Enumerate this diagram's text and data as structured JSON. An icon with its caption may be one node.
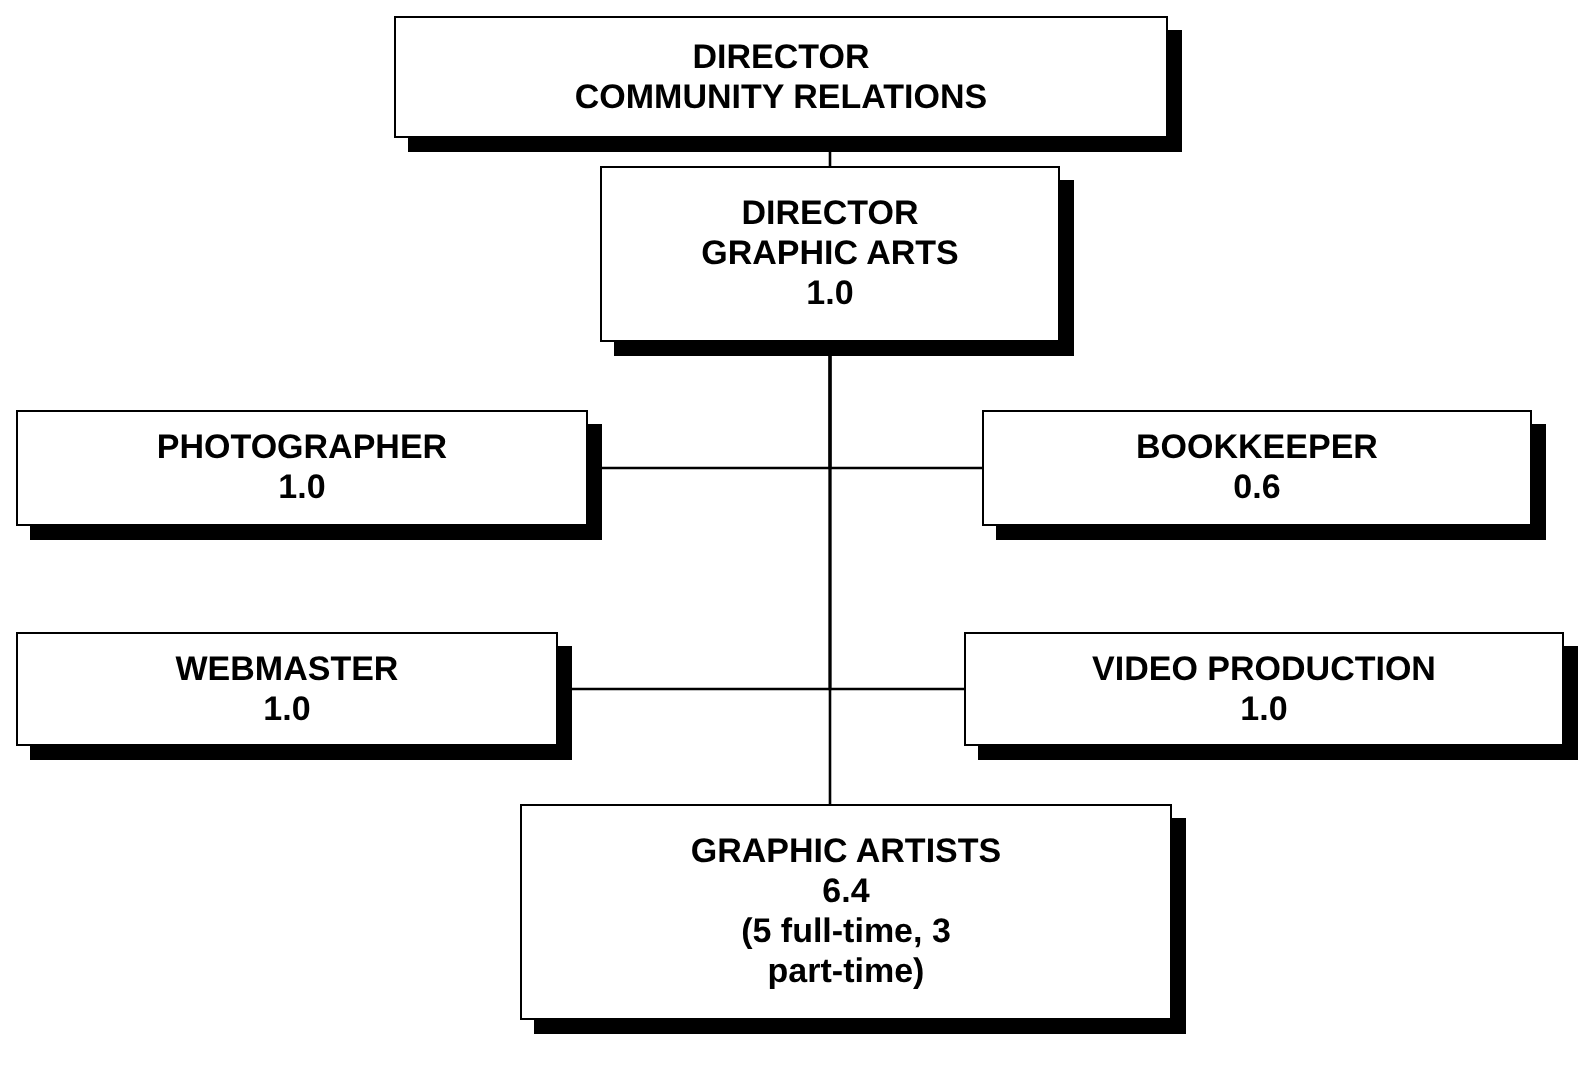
{
  "diagram": {
    "nodes": [
      {
        "text": [
          "DIRECTOR",
          "COMMUNITY RELATIONS"
        ]
      },
      {
        "text": [
          "DIRECTOR",
          "GRAPHIC ARTS",
          "1.0"
        ]
      },
      {
        "text": [
          "PHOTOGRAPHER",
          "1.0"
        ]
      },
      {
        "text": [
          "BOOKKEEPER",
          "0.6"
        ]
      },
      {
        "text": [
          "WEBMASTER",
          "1.0"
        ]
      },
      {
        "text": [
          "VIDEO PRODUCTION",
          "1.0"
        ]
      },
      {
        "text": [
          "GRAPHIC ARTISTS",
          "6.4",
          "(5 full-time, 3 part-time)"
        ]
      }
    ],
    "edges": [
      {
        "from": 0,
        "to": 1,
        "arrow": "none"
      },
      {
        "from": 1,
        "to": 2,
        "arrow": "none"
      },
      {
        "from": 1,
        "to": 3,
        "arrow": "none"
      },
      {
        "from": 1,
        "to": 4,
        "arrow": "none"
      },
      {
        "from": 1,
        "to": 5,
        "arrow": "none"
      },
      {
        "from": 1,
        "to": 6,
        "arrow": "none"
      }
    ]
  }
}
